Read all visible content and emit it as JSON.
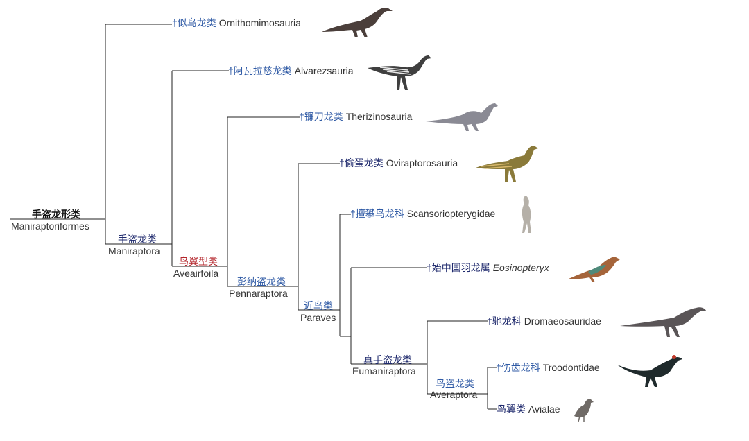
{
  "colors": {
    "blue": "#2f5aa5",
    "navy": "#1f2a6d",
    "red": "#b3242a",
    "line": "#222222"
  },
  "root": {
    "cn": "手盗龙形类",
    "en": "Maniraptoriformes"
  },
  "nodes": {
    "maniraptora": {
      "cn": "手盗龙类",
      "en": "Maniraptora"
    },
    "aveairfoila": {
      "cn": "鸟翼型类",
      "en": "Aveairfoila"
    },
    "pennaraptora": {
      "cn": "彭纳盗龙类",
      "en": "Pennaraptora"
    },
    "paraves": {
      "cn": "近鸟类",
      "en": "Paraves"
    },
    "eumaniraptora": {
      "cn": "真手盗龙类",
      "en": "Eumaniraptora"
    },
    "averaptora": {
      "cn": "鸟盗龙类",
      "en": "Averaptora"
    }
  },
  "taxa": [
    {
      "cn": "†似鸟龙类",
      "en": "Ornithomimosauria",
      "icon": "ornithomimid-silhouette"
    },
    {
      "cn": "†阿瓦拉慈龙类",
      "en": "Alvarezsauria",
      "icon": "alvarezsaur-silhouette"
    },
    {
      "cn": "†镰刀龙类",
      "en": "Therizinosauria",
      "icon": "therizinosaur-silhouette"
    },
    {
      "cn": "†偷蛋龙类",
      "en": "Oviraptorosauria",
      "icon": "oviraptorosaur-silhouette"
    },
    {
      "cn": "†擅攀鸟龙科",
      "en": "Scansoriopterygidae",
      "icon": "scansoriopterygid-silhouette"
    },
    {
      "cn": "†始中国羽龙属",
      "en": "Eosinopteryx",
      "icon": "eosinopteryx-silhouette"
    },
    {
      "cn": "†驰龙科",
      "en": "Dromaeosauridae",
      "icon": "dromaeosaur-silhouette"
    },
    {
      "cn": "†伤齿龙科",
      "en": "Troodontidae",
      "icon": "troodontid-silhouette"
    },
    {
      "cn": "鸟翼类",
      "en": "Avialae",
      "icon": "pigeon-silhouette"
    }
  ]
}
